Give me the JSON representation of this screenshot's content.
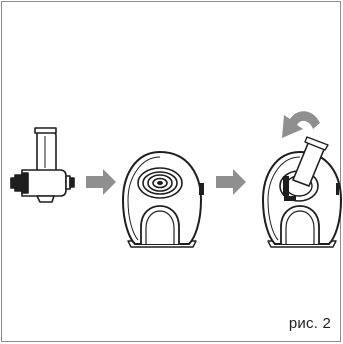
{
  "figure": {
    "caption": "рис. 2",
    "steps": [
      {
        "id": "attachment",
        "icon": "shredder-attachment-icon"
      },
      {
        "id": "unit-front",
        "icon": "motor-unit-front-icon"
      },
      {
        "id": "unit-attached",
        "icon": "attachment-mounted-icon"
      }
    ],
    "arrows": [
      {
        "icon": "right-arrow-icon"
      },
      {
        "icon": "right-arrow-icon"
      },
      {
        "icon": "rotate-arrow-icon"
      }
    ],
    "colors": {
      "line": "#1e1e1e",
      "arrow": "#8f8f8f",
      "fill": "#ffffff",
      "frame": "#8c8c8c"
    }
  }
}
